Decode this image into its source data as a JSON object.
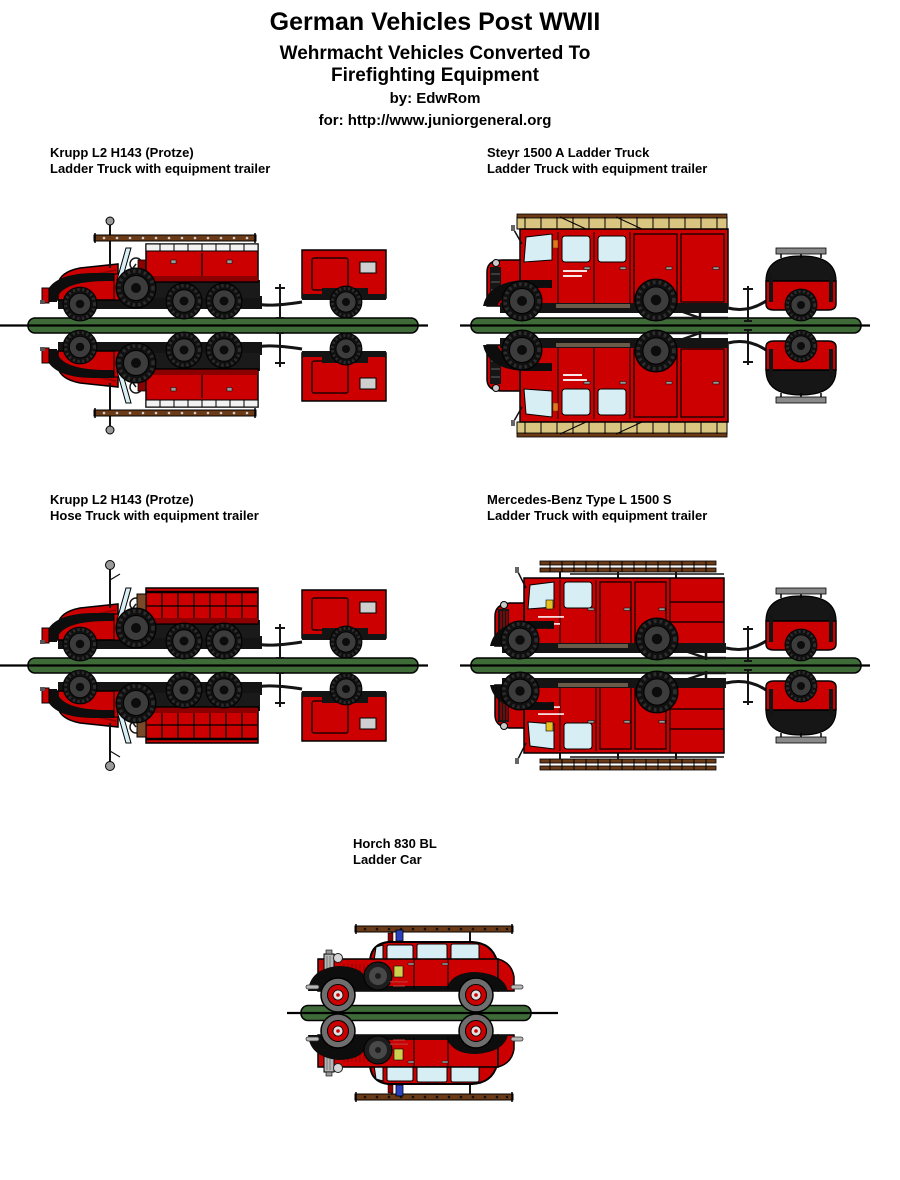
{
  "header": {
    "title": "German Vehicles Post WWII",
    "subtitle_line1": "Wehrmacht Vehicles Converted To",
    "subtitle_line2": "Firefighting Equipment",
    "byline": "by: EdwRom",
    "site_line": "for: http://www.juniorgeneral.org"
  },
  "sections": [
    {
      "name": "Krupp L2 H143 (Protze)",
      "description": "Ladder Truck with equipment trailer"
    },
    {
      "name": "Steyr 1500 A Ladder Truck",
      "description": "Ladder Truck with equipment trailer"
    },
    {
      "name": "Krupp L2 H143 (Protze)",
      "description": "Hose Truck with equipment trailer"
    },
    {
      "name": "Mercedes-Benz Type L 1500 S",
      "description": "Ladder Truck with equipment trailer"
    },
    {
      "name": "Horch 830 BL",
      "description": "Ladder Car"
    }
  ],
  "colors": {
    "vehicle_red": "#cc0000",
    "vehicle_dark_red": "#8b0000",
    "base_green": "#3f6b39",
    "ladder_brown": "#6b3a17",
    "rack_tan": "#d9c57f",
    "window_blue": "#d7eef5",
    "chassis_black": "#141414",
    "tarp_black": "#161616",
    "chrome_gray": "#b8b8b8"
  }
}
